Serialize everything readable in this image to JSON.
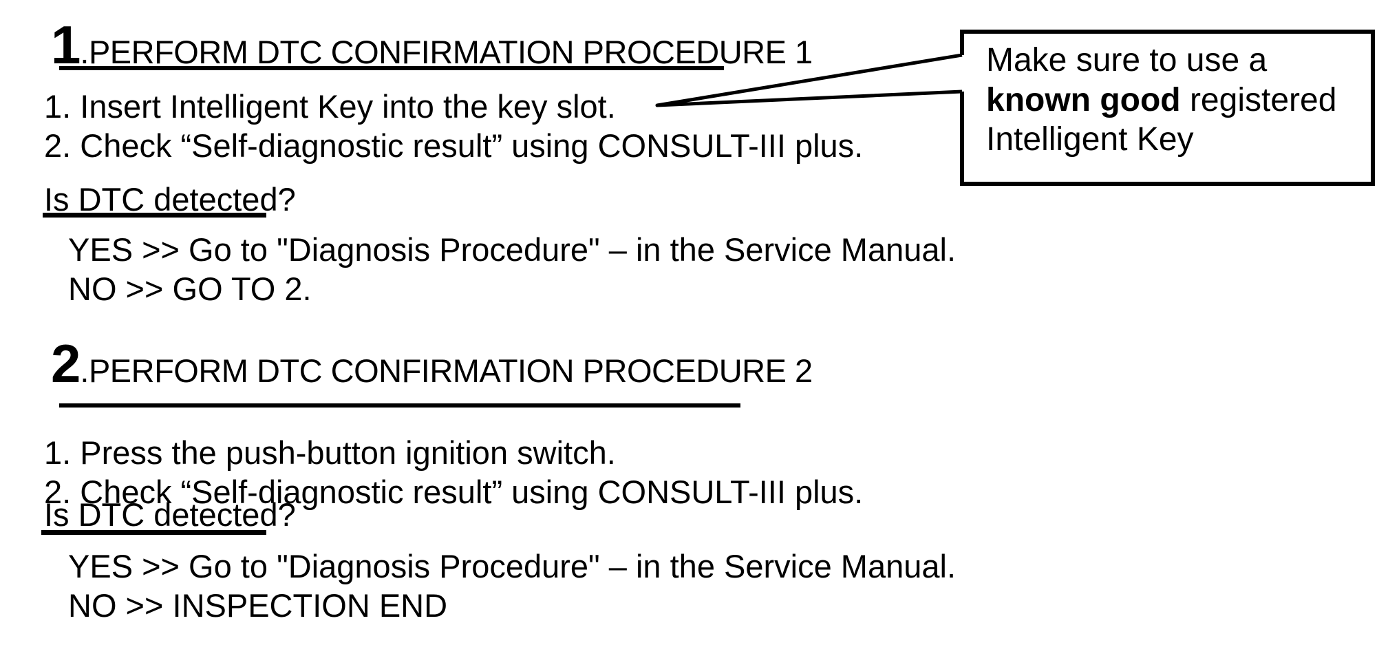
{
  "page": {
    "background": "#ffffff",
    "ink": "#000000",
    "kind": "service-manual diagnostic procedure page"
  },
  "sections": [
    {
      "number": "1",
      "title": ".PERFORM DTC CONFIRMATION PROCEDURE 1",
      "steps": [
        "1. Insert Intelligent Key into the key slot.",
        "2. Check “Self-diagnostic result” using CONSULT-III plus."
      ],
      "question": "Is DTC detected?",
      "yes_line": "YES >> Go to \"Diagnosis Procedure\" – in the Service Manual.",
      "no_line": "NO >> GO TO 2."
    },
    {
      "number": "2",
      "title": ".PERFORM DTC CONFIRMATION PROCEDURE 2",
      "steps": [
        "1. Press the push-button ignition switch.",
        "2. Check “Self-diagnostic result” using CONSULT-III plus."
      ],
      "question": "Is DTC detected?",
      "yes_line": "YES >> Go to \"Diagnosis Procedure\" – in the Service Manual.",
      "no_line": "NO >> INSPECTION END"
    }
  ],
  "callout": {
    "line1": "Make sure to use a",
    "line2_bold": "known good",
    "line2_rest": " registered",
    "line3": "Intelligent Key",
    "points_to": "Insert Intelligent Key into the key slot."
  }
}
